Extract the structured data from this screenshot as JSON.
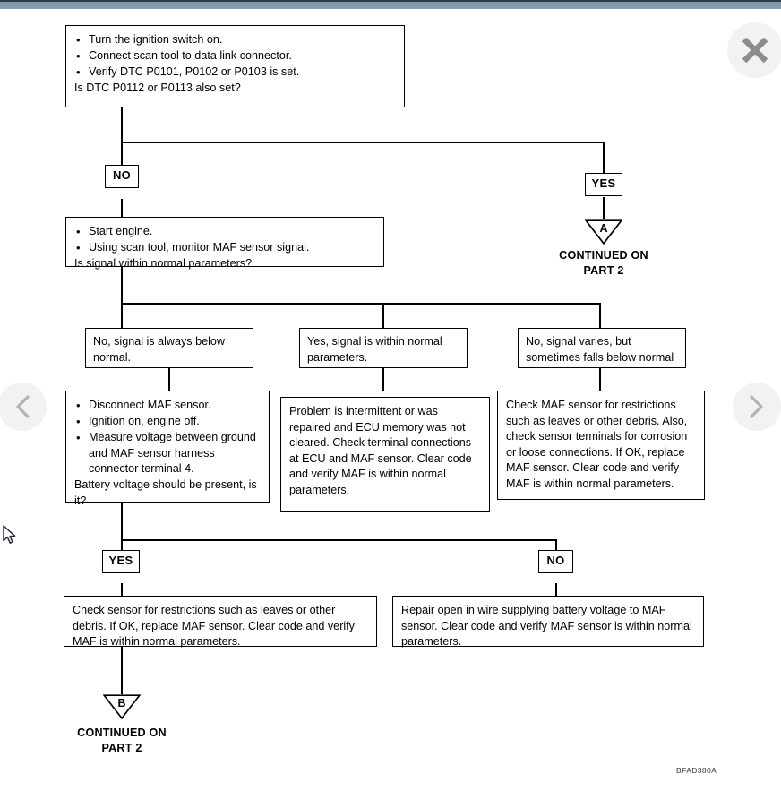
{
  "viewer": {
    "close_icon": "close-icon",
    "prev_icon": "chevron-left-icon",
    "next_icon": "chevron-right-icon",
    "cursor_icon": "mouse-pointer-icon"
  },
  "diagram": {
    "figure_id": "BFAD380A",
    "nodes": {
      "step1": {
        "bullets": [
          "Turn the ignition switch on.",
          "Connect scan tool to data link connector.",
          "Verify DTC P0101, P0102 or P0103 is set."
        ],
        "question": "Is DTC P0112 or P0113 also set?"
      },
      "step2": {
        "bullets": [
          "Start engine.",
          "Using scan tool, monitor MAF sensor signal."
        ],
        "question": "Is signal within normal parameters?"
      },
      "result_low": "No, signal is always below normal.",
      "result_normal": "Yes, signal is within normal parameters.",
      "result_varies": "No, signal varies, but sometimes falls below normal",
      "action_low": {
        "bullets": [
          "Disconnect MAF sensor.",
          "Ignition on, engine off.",
          "Measure voltage between ground and MAF sensor harness connector terminal 4."
        ],
        "question": "Battery voltage should be present, is it?"
      },
      "action_normal": "Problem is intermittent or was repaired and ECU memory was not cleared. Check terminal connections at ECU and MAF sensor. Clear code and verify MAF is within normal parameters.",
      "action_varies": "Check MAF sensor for restrictions such as leaves or other debris. Also, check sensor terminals for corrosion or loose connections. If OK, replace MAF sensor. Clear code and verify MAF is within normal parameters.",
      "action_yes": "Check sensor for restrictions such as leaves or other debris. If OK, replace MAF sensor. Clear code and verify MAF is within normal parameters.",
      "action_no": "Repair open in wire supplying battery voltage to MAF sensor. Clear code and verify MAF sensor is within normal parameters."
    },
    "labels": {
      "no_top": "NO",
      "yes_top": "YES",
      "yes_bottom": "YES",
      "no_bottom": "NO"
    },
    "connectors": {
      "a": {
        "letter": "A",
        "line1": "CONTINUED ON",
        "line2": "PART 2"
      },
      "b": {
        "letter": "B",
        "line1": "CONTINUED ON",
        "line2": "PART 2"
      }
    }
  }
}
